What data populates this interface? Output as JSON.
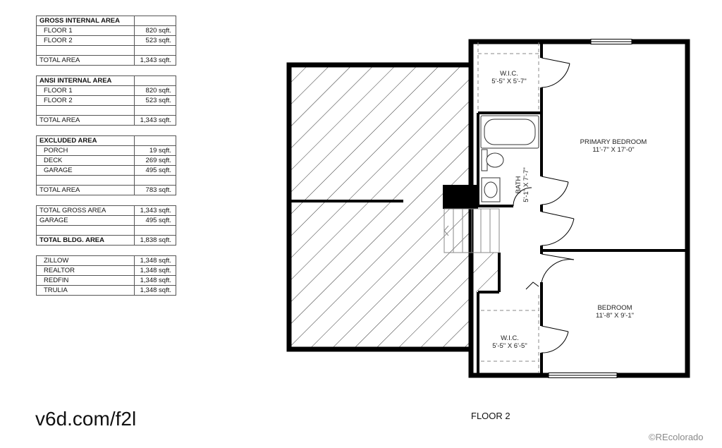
{
  "tables": {
    "gross": {
      "title": "GROSS INTERNAL AREA",
      "rows": [
        {
          "label": "FLOOR 1",
          "value": "820 sqft."
        },
        {
          "label": "FLOOR 2",
          "value": "523 sqft."
        }
      ],
      "total_label": "TOTAL AREA",
      "total_value": "1,343 sqft."
    },
    "ansi": {
      "title": "ANSI INTERNAL AREA",
      "rows": [
        {
          "label": "FLOOR 1",
          "value": "820 sqft."
        },
        {
          "label": "FLOOR 2",
          "value": "523 sqft."
        }
      ],
      "total_label": "TOTAL AREA",
      "total_value": "1,343 sqft."
    },
    "excluded": {
      "title": "EXCLUDED AREA",
      "rows": [
        {
          "label": "PORCH",
          "value": "19 sqft."
        },
        {
          "label": "DECK",
          "value": "269 sqft."
        },
        {
          "label": "GARAGE",
          "value": "495 sqft."
        }
      ],
      "total_label": "TOTAL AREA",
      "total_value": "783 sqft."
    },
    "building": {
      "rows": [
        {
          "label": "TOTAL GROSS AREA",
          "value": "1,343 sqft."
        },
        {
          "label": "GARAGE",
          "value": "495 sqft."
        }
      ],
      "total_label": "TOTAL BLDG. AREA",
      "total_value": "1,838 sqft."
    },
    "listings": {
      "rows": [
        {
          "label": "ZILLOW",
          "value": "1,348 sqft."
        },
        {
          "label": "REALTOR",
          "value": "1,348 sqft."
        },
        {
          "label": "REDFIN",
          "value": "1,348 sqft."
        },
        {
          "label": "TRULIA",
          "value": "1,348 sqft."
        }
      ]
    }
  },
  "rooms": {
    "wic_top": {
      "name": "W.I.C.",
      "dims": "5'-5\" X 5'-7\""
    },
    "primary_bedroom": {
      "name": "PRIMARY BEDROOM",
      "dims": "11'-7\" X 17'-0\""
    },
    "bath": {
      "name": "BATH",
      "dims": "5'-1\" X 7'-7\""
    },
    "bedroom": {
      "name": "BEDROOM",
      "dims": "11'-8\" X 9'-1\""
    },
    "wic_bottom": {
      "name": "W.I.C.",
      "dims": "5'-5\" X 6'-5\""
    }
  },
  "footer": {
    "short_url": "v6d.com/f2l",
    "floor_title": "FLOOR 2",
    "watermark": "©REcolorado"
  },
  "colors": {
    "wall": "#000000",
    "hatch": "#333333",
    "table_border": "#555555",
    "watermark": "#8a8a8a"
  }
}
